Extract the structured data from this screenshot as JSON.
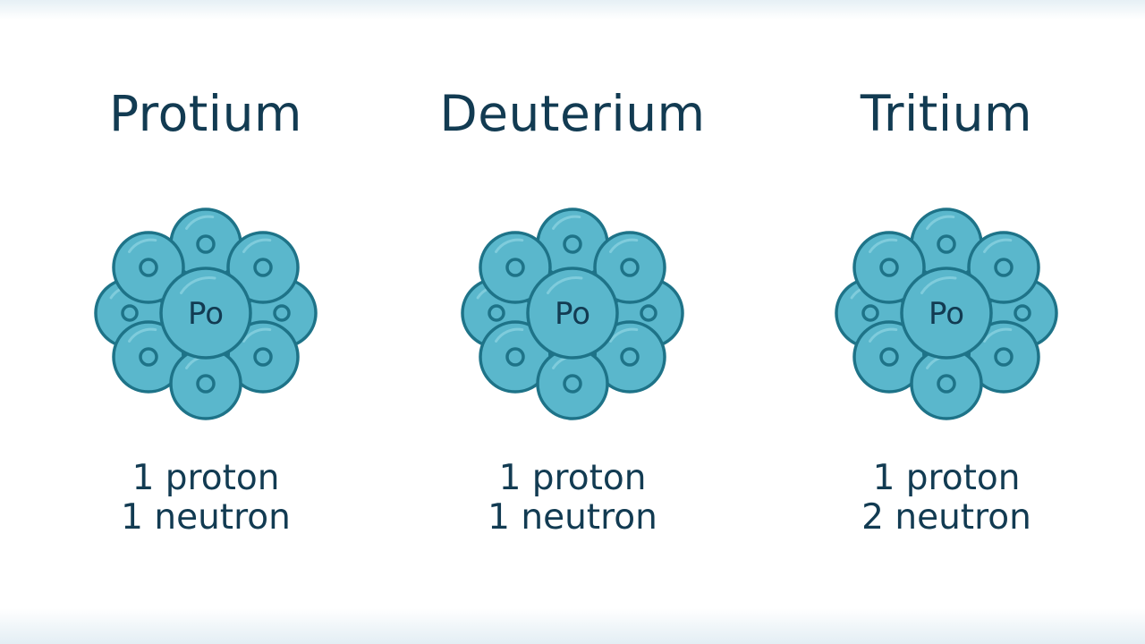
{
  "colors": {
    "sphere_fill": "#5ab7cc",
    "sphere_stroke": "#1e7388",
    "text": "#123b52"
  },
  "nucleus_label": "Po",
  "isotopes": [
    {
      "name": "Protium",
      "line1": "1 proton",
      "line2": "1 neutron"
    },
    {
      "name": "Deuterium",
      "line1": "1 proton",
      "line2": "1 neutron"
    },
    {
      "name": "Tritium",
      "line1": "1 proton",
      "line2": "2 neutron"
    }
  ]
}
